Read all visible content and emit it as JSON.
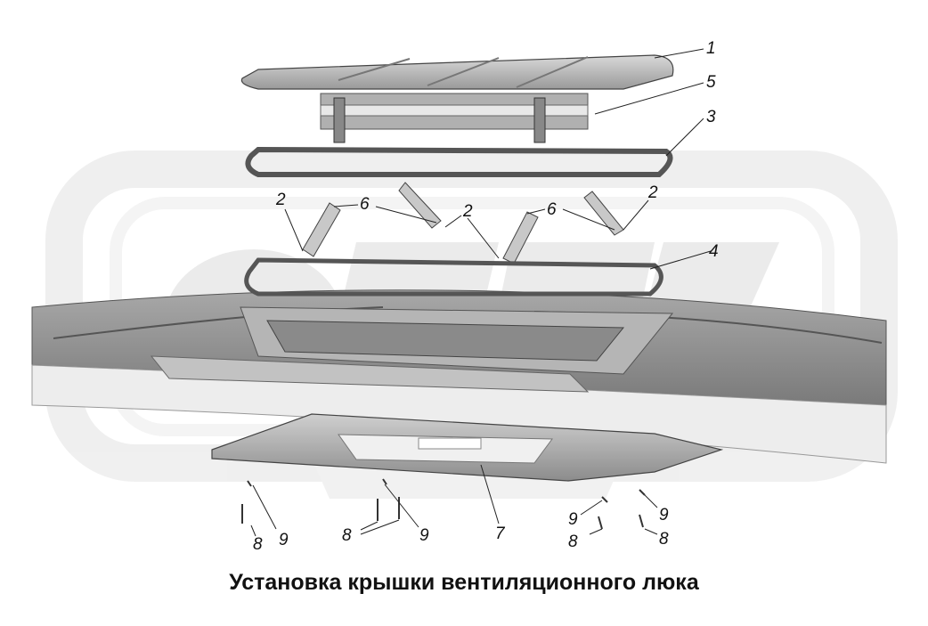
{
  "caption": "Установка крышки вентиляционного люка",
  "callouts": {
    "c1": "1",
    "c5": "5",
    "c3": "3",
    "c2a": "2",
    "c6a": "6",
    "c2b": "2",
    "c6b": "6",
    "c2c": "2",
    "c4": "4",
    "c8a": "8",
    "c9a": "9",
    "c8b": "8",
    "c9b": "9",
    "c7": "7",
    "c9c": "9",
    "c8c": "8",
    "c9d": "9",
    "c8d": "8"
  }
}
